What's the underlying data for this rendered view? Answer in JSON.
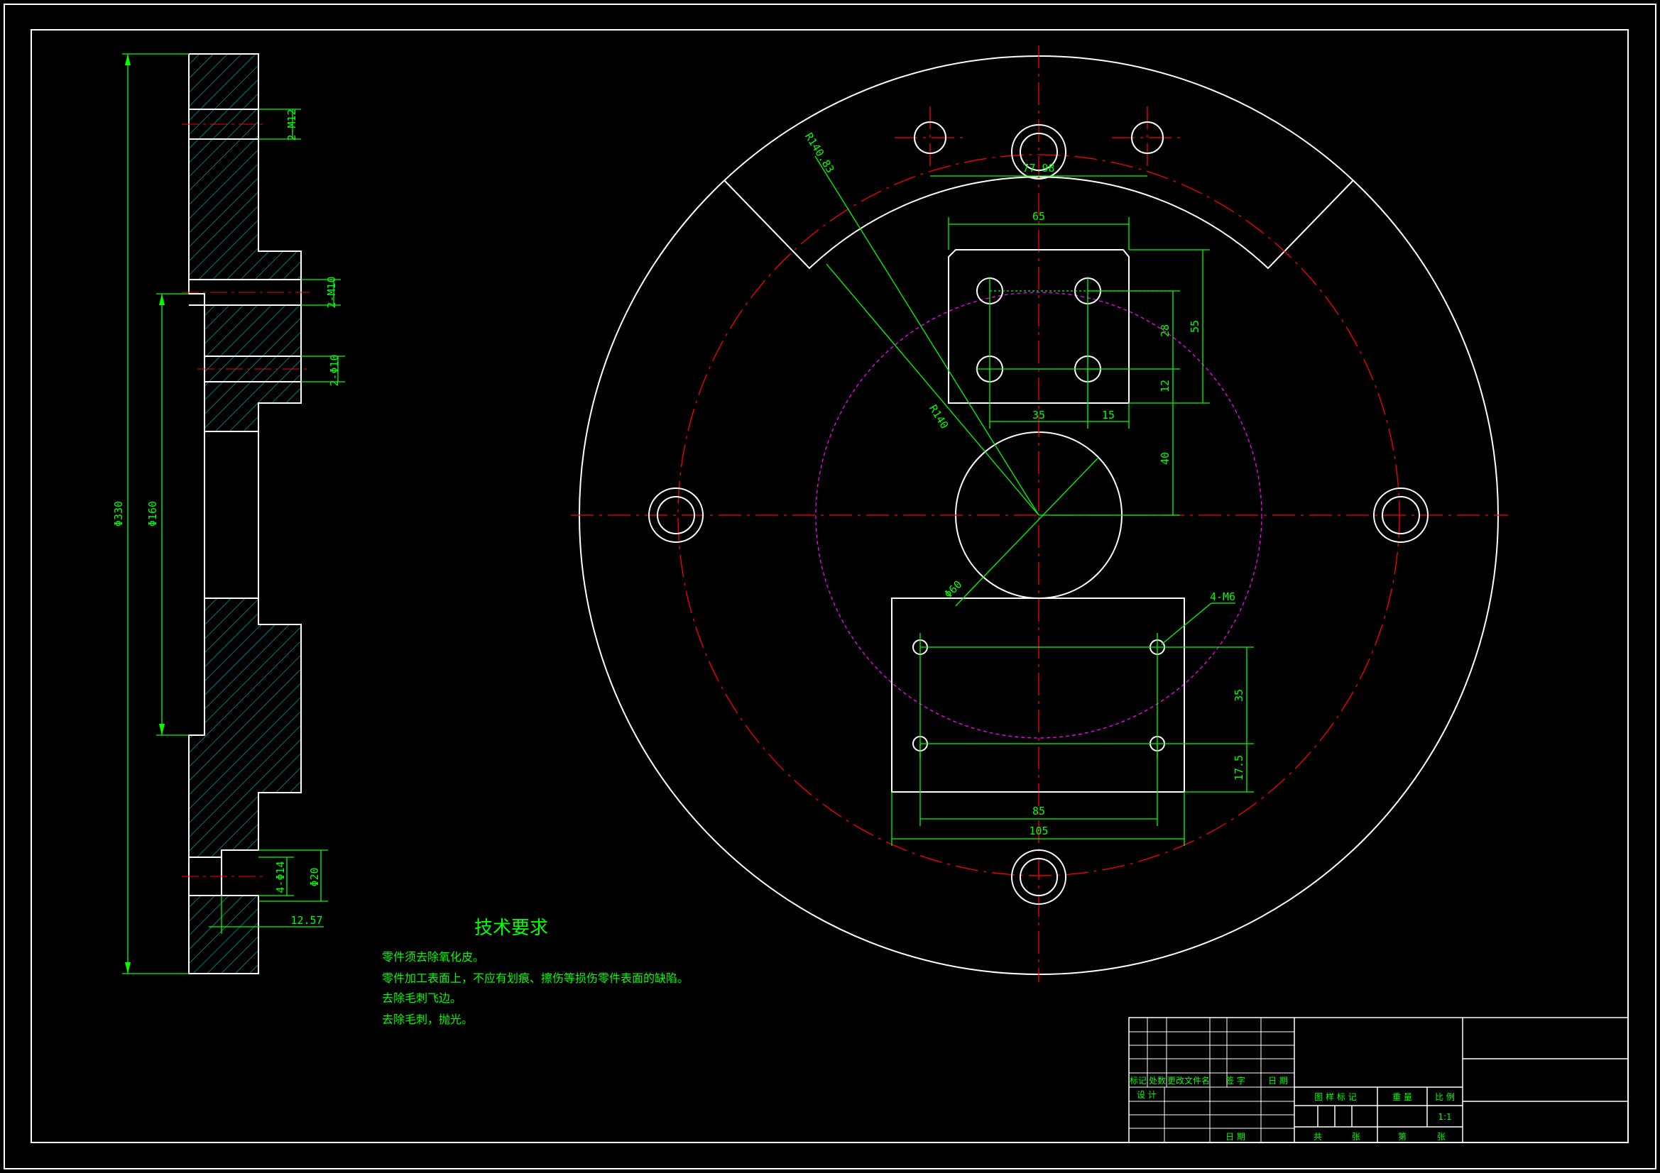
{
  "colors": {
    "background": "#000000",
    "outline": "#ffffff",
    "dimension": "#00ff00",
    "centerline": "#ff0000",
    "pitch_circle": "#ff00ff",
    "hatch": "#00a0a0"
  },
  "section_view": {
    "dim_overall_dia": "Φ330",
    "dim_inner_dia": "Φ160",
    "dim_thread_top": "2-M12",
    "dim_thread_mid": "2-M10",
    "dim_hole_mid": "2-Φ10",
    "dim_hole_bottom": "4-Φ14",
    "dim_counterbore": "Φ20",
    "dim_depth": "12.57"
  },
  "plan_view": {
    "dim_r_outer": "R140.83",
    "dim_r_pitch": "R140",
    "dim_chord": "77.98",
    "dim_plate_width": "65",
    "dim_plate_height": "55",
    "dim_hole_vspace": "28",
    "dim_hole_offset": "12",
    "dim_hole_hspace": "35",
    "dim_hole_edge": "15",
    "dim_center_offset": "40",
    "dim_center_dia": "Φ60",
    "dim_lower_thread": "4-M6",
    "dim_lower_vspace": "35",
    "dim_lower_offset": "17.5",
    "dim_lower_hspace": "85",
    "dim_lower_width": "105"
  },
  "tech_requirements": {
    "title": "技术要求",
    "lines": [
      "零件须去除氧化皮。",
      "零件加工表面上，不应有划痕、擦伤等损伤零件表面的缺陷。",
      "去除毛刺飞边。",
      "去除毛刺，抛光。"
    ]
  },
  "title_block": {
    "h_mark": "标记",
    "h_count": "处数",
    "h_doc": "更改文件名",
    "h_sign": "签 字",
    "h_date": "日 期",
    "design": "设 计",
    "stage_mark": "图 样 标 记",
    "weight": "重 量",
    "scale_label": "比 例",
    "scale_value": "1:1",
    "date": "日 期",
    "total": "共",
    "sheets": "张",
    "sheet_no": "第",
    "sheet": "张"
  }
}
